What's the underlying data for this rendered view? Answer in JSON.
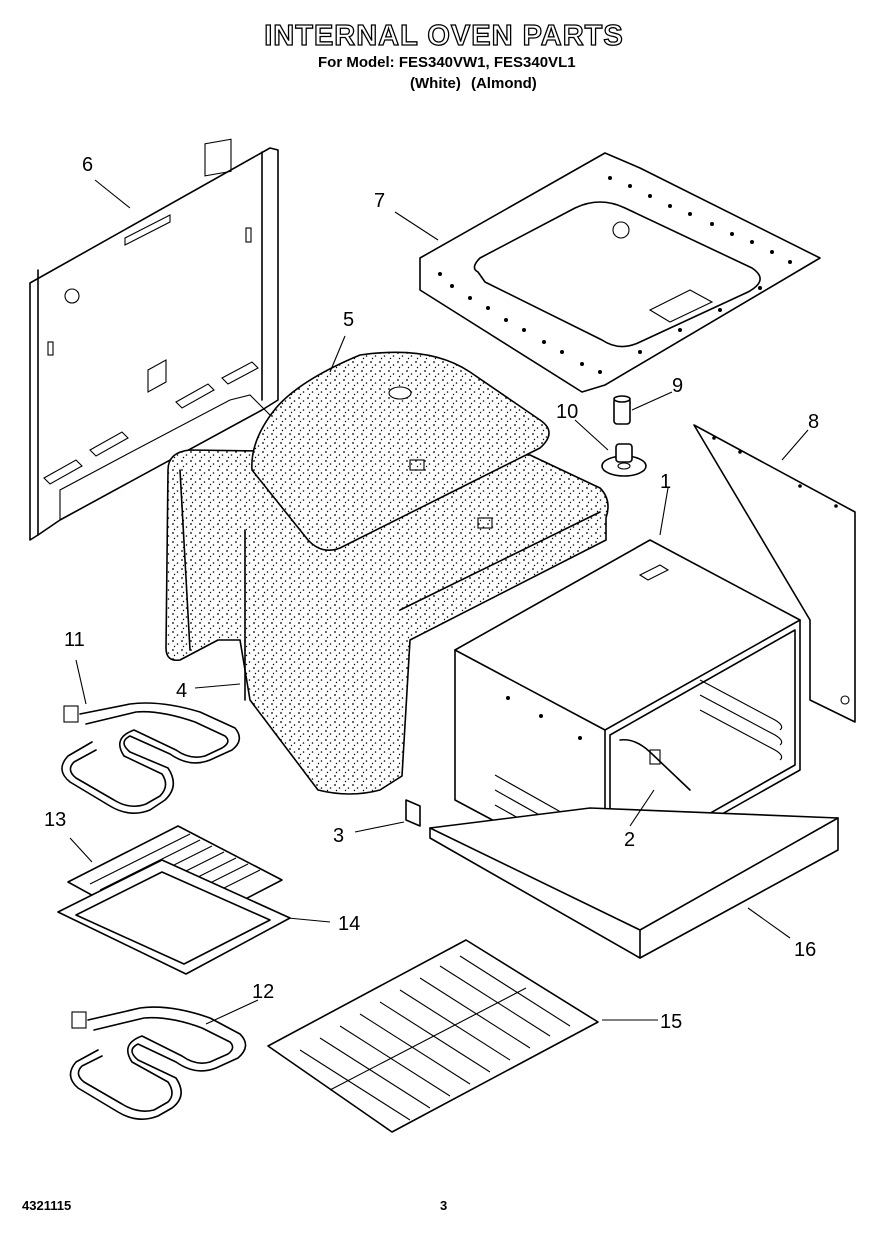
{
  "header": {
    "title": "INTERNAL OVEN PARTS",
    "model_line": "For Model: FES340VW1, FES340VL1",
    "color_line": "(White)  (Almond)"
  },
  "footer": {
    "doc_number": "4321115",
    "page_number": "3"
  },
  "callouts": {
    "c1": "1",
    "c2": "2",
    "c3": "3",
    "c4": "4",
    "c5": "5",
    "c6": "6",
    "c7": "7",
    "c8": "8",
    "c9": "9",
    "c10": "10",
    "c11": "11",
    "c12": "12",
    "c13": "13",
    "c14": "14",
    "c15": "15",
    "c16": "16"
  }
}
